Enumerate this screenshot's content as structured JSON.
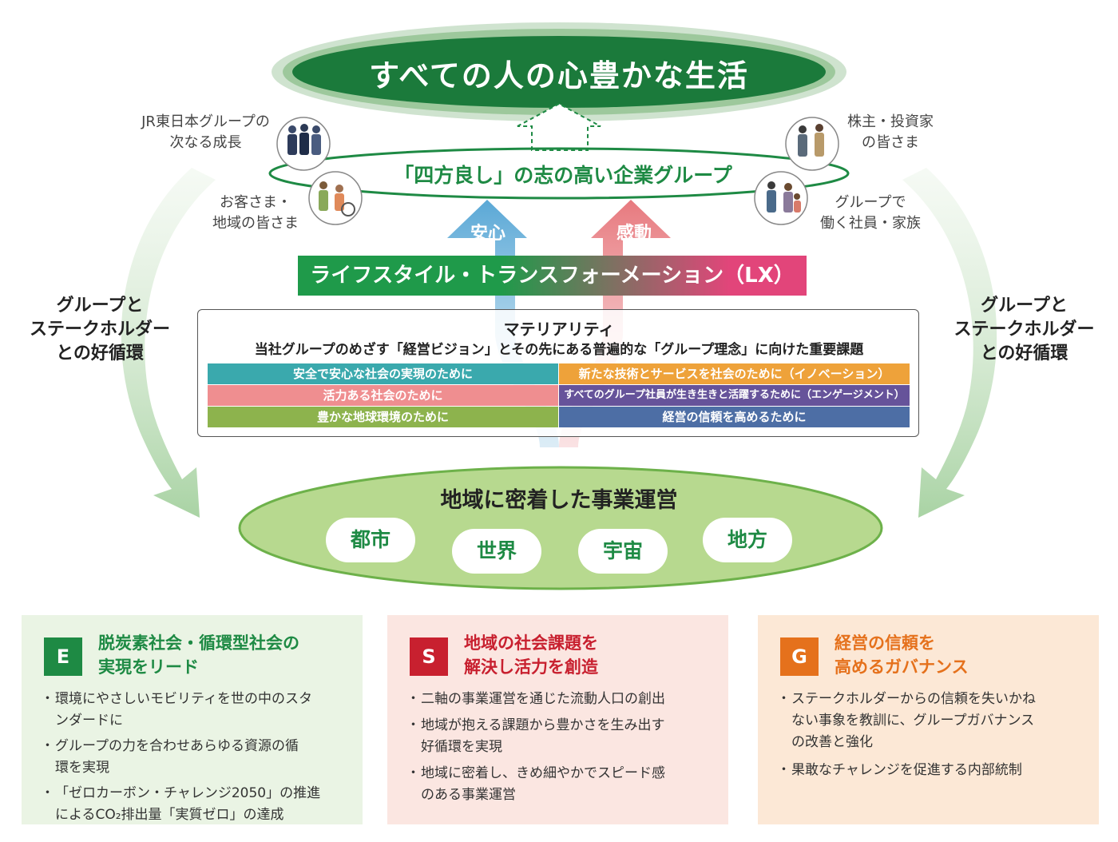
{
  "purpose": {
    "title": "すべての人の心豊かな生活"
  },
  "group": {
    "title": "「四方良し」の志の高い企業グループ"
  },
  "stakeholders": [
    {
      "id": "growth",
      "label": "JR東日本グループの\n次なる成長",
      "icon": "group-staff-icon"
    },
    {
      "id": "customers",
      "label": "お客さま・\n地域の皆さま",
      "icon": "family-wheelchair-icon"
    },
    {
      "id": "shareholders",
      "label": "株主・投資家\nの皆さま",
      "icon": "investors-icon"
    },
    {
      "id": "employees",
      "label": "グループで\n働く社員・家族",
      "icon": "employee-family-icon"
    }
  ],
  "arrows": {
    "left": "安心",
    "right": "感動"
  },
  "loop_label": "グループと\nステークホルダー\nとの好循環",
  "lx": {
    "title": "ライフスタイル・トランスフォーメーション（LX）"
  },
  "materiality": {
    "title": "マテリアリティ",
    "subtitle": "当社グループのめざす「経営ビジョン」とその先にある普遍的な「グループ理念」に向けた重要課題",
    "items": [
      {
        "label": "安全で安心な社会の実現のために",
        "color": "#3aa9ad"
      },
      {
        "label": "新たな技術とサービスを社会のために（イノベーション）",
        "color": "#eea23a"
      },
      {
        "label": "活力ある社会のために",
        "color": "#ef8e90"
      },
      {
        "label": "すべてのグループ社員が生き生きと活躍するために（エンゲージメント）",
        "color": "#66539a"
      },
      {
        "label": "豊かな地球環境のために",
        "color": "#8db34d"
      },
      {
        "label": "経営の信頼を高めるために",
        "color": "#4d6ea5"
      }
    ]
  },
  "business": {
    "title": "地域に密着した事業運営",
    "areas": [
      "都市",
      "世界",
      "宇宙",
      "地方"
    ]
  },
  "esg": [
    {
      "badge": "E",
      "title": "脱炭素社会・循環型社会の\n実現をリード",
      "accent": "#1e8a44",
      "bg": "#eaf4e4",
      "items": [
        "環境にやさしいモビリティを世の中のスタ\nンダードに",
        "グループの力を合わせあらゆる資源の循\n環を実現",
        "「ゼロカーボン・チャレンジ2050」の推進\nによるCO₂排出量「実質ゼロ」の達成"
      ]
    },
    {
      "badge": "S",
      "title": "地域の社会課題を\n解決し活力を創造",
      "accent": "#c8202f",
      "bg": "#fbe6e1",
      "items": [
        "二軸の事業運営を通じた流動人口の創出",
        "地域が抱える課題から豊かさを生み出す\n好循環を実現",
        "地域に密着し、きめ細やかでスピード感\nのある事業運営"
      ]
    },
    {
      "badge": "G",
      "title": "経営の信頼を\n高めるガバナンス",
      "accent": "#e5711c",
      "bg": "#fce8d6",
      "items": [
        "ステークホルダーからの信頼を失いかね\nない事象を教訓に、グループガバナンス\nの改善と強化",
        "果敢なチャレンジを促進する内部統制"
      ]
    }
  ]
}
